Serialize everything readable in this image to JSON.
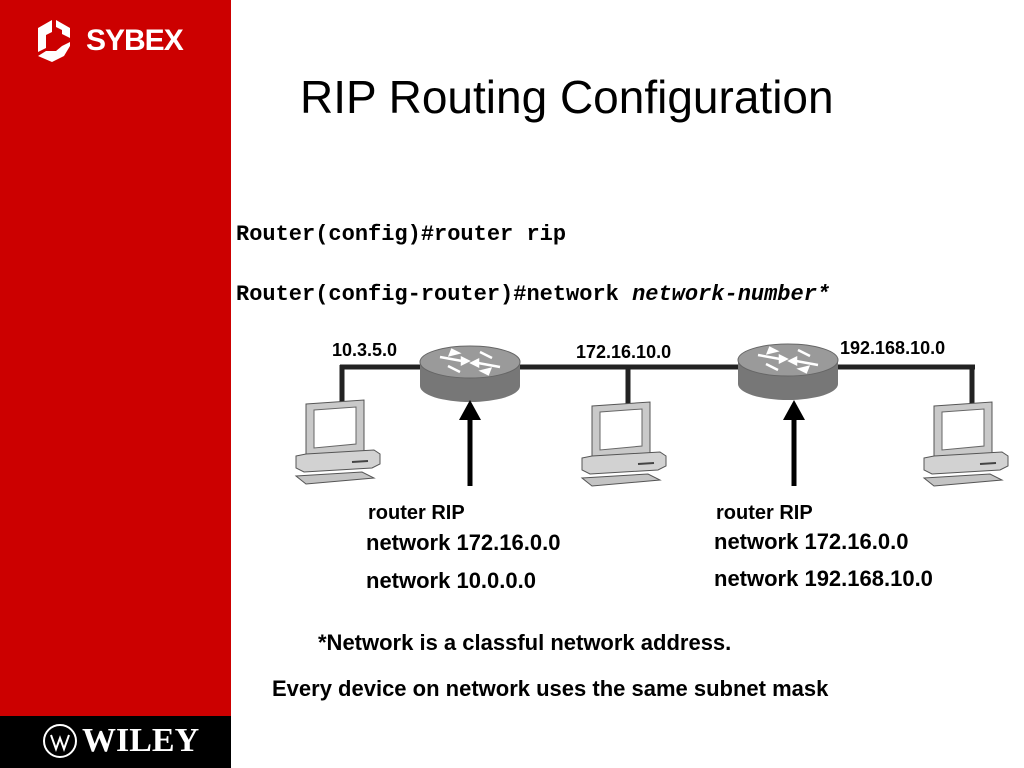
{
  "logos": {
    "brand_top": "SYBEX",
    "brand_bottom": "WILEY"
  },
  "slide": {
    "title": "RIP Routing Configuration",
    "command_1": "Router(config)#router rip",
    "command_2_prefix": "Router(config-router)#network ",
    "command_2_arg": "network-number*"
  },
  "diagram": {
    "networks": {
      "left": "10.3.5.0",
      "middle": "172.16.10.0",
      "right": "192.168.10.0"
    },
    "router_left": {
      "line1": "router RIP",
      "line2": "network 172.16.0.0",
      "line3": "network 10.0.0.0"
    },
    "router_right": {
      "line1": "router RIP",
      "line2": "network 172.16.0.0",
      "line3": "network 192.168.10.0"
    },
    "icons": [
      "router-icon",
      "computer-icon",
      "arrow-up-icon"
    ]
  },
  "notes": {
    "note_1": "*Network is a classful network address.",
    "note_2": "Every device on network uses the same subnet mask"
  },
  "colors": {
    "sidebar": "#cc0000",
    "footer": "#000000",
    "router": "#888888"
  }
}
